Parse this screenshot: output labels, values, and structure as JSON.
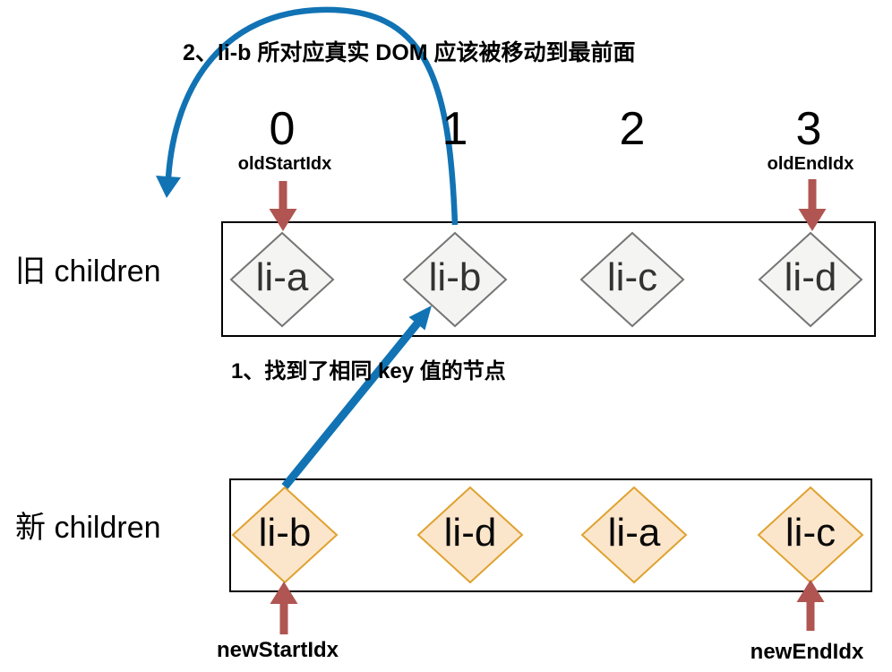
{
  "annotations": {
    "step_2": "2、li-b 所对应真实 DOM 应该被移动到最前面",
    "step_1": "1、找到了相同 key 值的节点"
  },
  "indices": [
    "0",
    "1",
    "2",
    "3"
  ],
  "pointers": {
    "old_start": "oldStartIdx",
    "old_end": "oldEndIdx",
    "new_start": "newStartIdx",
    "new_end": "newEndIdx"
  },
  "old_row": {
    "label": "旧 children",
    "items": [
      {
        "key": "li-a"
      },
      {
        "key": "li-b"
      },
      {
        "key": "li-c"
      },
      {
        "key": "li-d"
      }
    ]
  },
  "new_row": {
    "label": "新 children",
    "items": [
      {
        "key": "li-b"
      },
      {
        "key": "li-d"
      },
      {
        "key": "li-a"
      },
      {
        "key": "li-c"
      }
    ]
  },
  "colors": {
    "arrow_blue": "#1173b4",
    "pointer_red": "#b05551",
    "old_node_fill": "#f4f4f3",
    "old_node_border": "#757575",
    "new_node_fill": "#fce6cb",
    "new_node_border": "#dfa231"
  }
}
